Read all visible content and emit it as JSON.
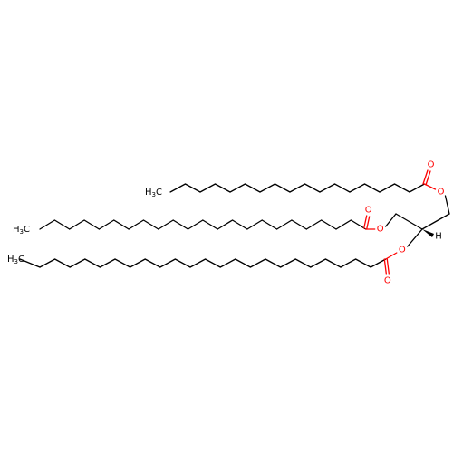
{
  "molecule": {
    "chains": [
      {
        "methyl": "CH3",
        "carbons": 18
      },
      {
        "methyl": "CH3",
        "carbons": 22
      },
      {
        "methyl": "CH3",
        "carbons": 24
      }
    ],
    "atoms": {
      "oxygen": "O",
      "hydrogen": "H",
      "carbon": "C",
      "h3_subscript": "3"
    },
    "colors": {
      "bond": "#000000",
      "oxygen": "#ff0000"
    }
  }
}
